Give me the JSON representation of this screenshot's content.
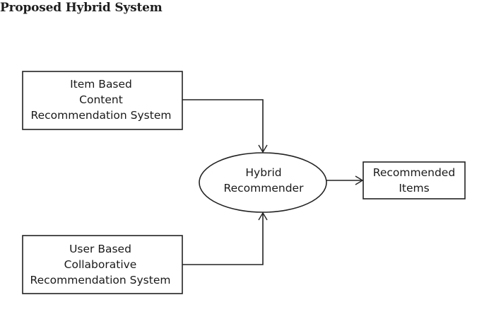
{
  "page": {
    "title": "Proposed Hybrid System"
  },
  "diagram": {
    "item_box": {
      "lines": [
        "Item Based",
        "Content",
        "Recommendation System"
      ]
    },
    "user_box": {
      "lines": [
        "User Based",
        "Collaborative",
        "Recommendation System"
      ]
    },
    "hybrid_node": {
      "lines": [
        "Hybrid",
        "Recommender"
      ]
    },
    "output_box": {
      "lines": [
        "Recommended",
        "Items"
      ]
    }
  }
}
